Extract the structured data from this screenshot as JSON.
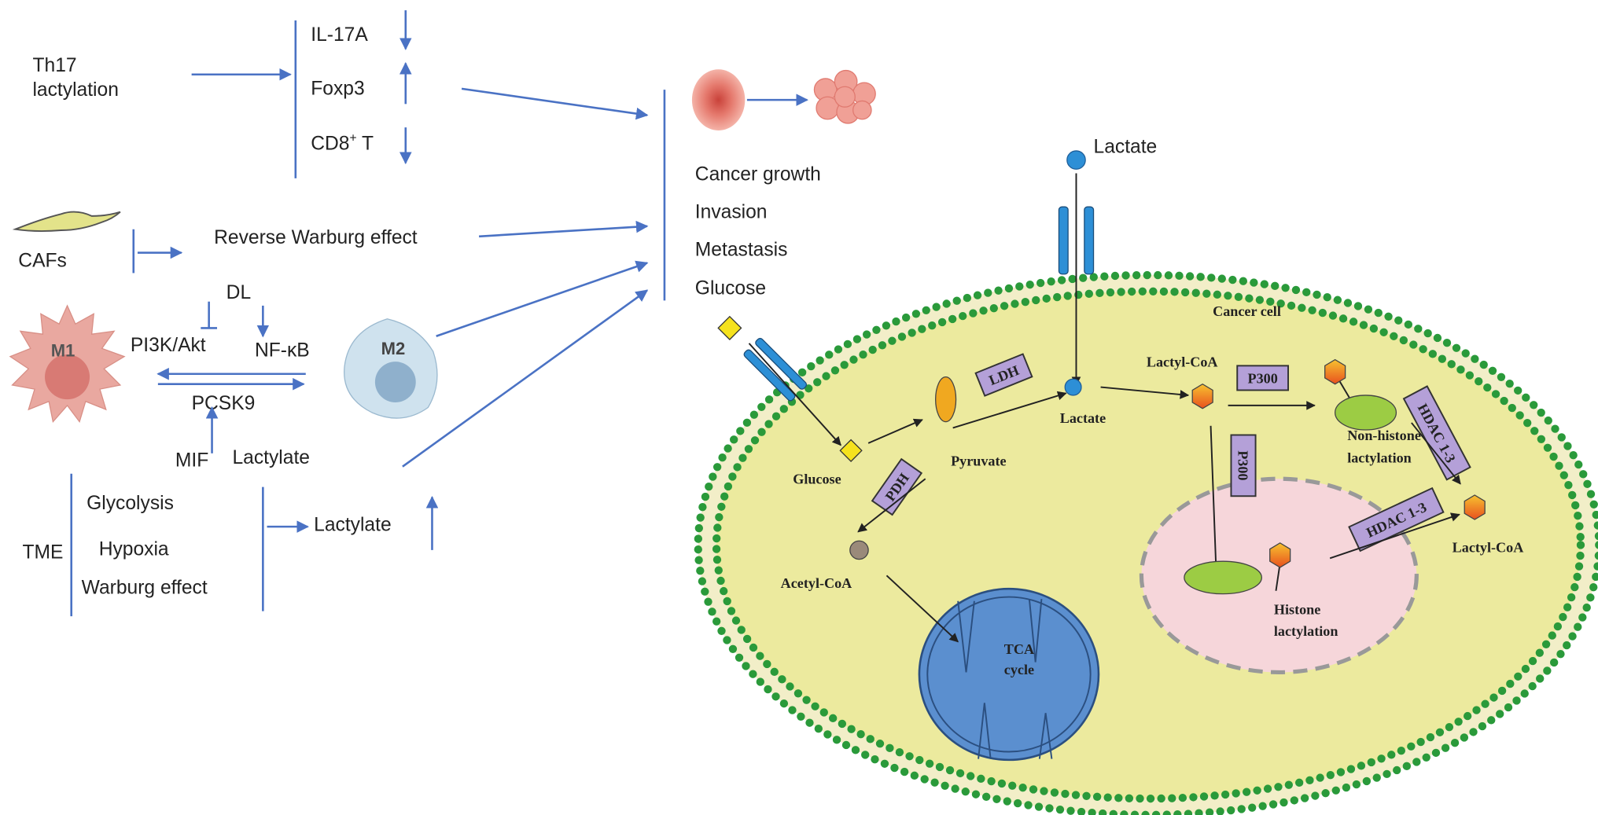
{
  "left": {
    "th17": [
      "Th17",
      "lactylation"
    ],
    "th17_effects": [
      "IL-17A",
      "Foxp3",
      "CD8",
      "+",
      " T"
    ],
    "cafs": "CAFs",
    "reverse_warburg": "Reverse Warburg effect",
    "dl": "DL",
    "pi3k": "PI3K/Akt",
    "nfkb": "NF-κB",
    "m1": "M1",
    "m2": "M2",
    "pcsk9": "PCSK9",
    "mif": "MIF",
    "lactylate1": "Lactylate",
    "tme": "TME",
    "tme_items": [
      "Glycolysis",
      "Hypoxia",
      "Warburg effect"
    ],
    "lactylate2": "Lactylate"
  },
  "outcomes": [
    "Cancer growth",
    "Invasion",
    "Metastasis",
    "Glucose"
  ],
  "cell": {
    "title": "Cancer cell",
    "lactate_outside": "Lactate",
    "glucose": "Glucose",
    "pyruvate": "Pyruvate",
    "ldh": "LDH",
    "lactate": "Lactate",
    "lactyl_coa": "Lactyl-CoA",
    "p300": "P300",
    "p300_vertical": "P300",
    "non_histone": [
      "Non-histone",
      "lactylation"
    ],
    "hdac1": "HDAC 1-3",
    "hdac2": "HDAC 1-3",
    "lactyl_coa2": "Lactyl-CoA",
    "histone": [
      "Histone",
      "lactylation"
    ],
    "pdh": "PDH",
    "acetyl_coa": "Acetyl-CoA",
    "tca": [
      "TCA",
      "cycle"
    ]
  },
  "colors": {
    "arrow": "#4a72c4",
    "cytoplasm": "#ecea9e",
    "membrane": "#2a9a3a",
    "nucleus": "#f6d6da",
    "mito": "#5b8fcf",
    "enzyme": "#b4a0d8"
  }
}
